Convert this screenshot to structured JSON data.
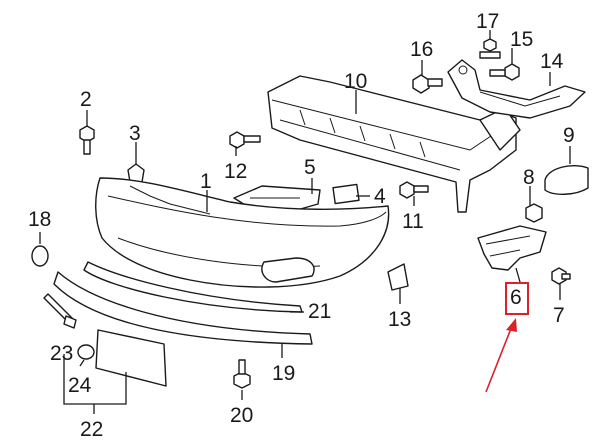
{
  "diagram": {
    "callouts": [
      {
        "id": "1",
        "label": "1"
      },
      {
        "id": "2",
        "label": "2"
      },
      {
        "id": "3",
        "label": "3"
      },
      {
        "id": "4",
        "label": "4"
      },
      {
        "id": "5",
        "label": "5"
      },
      {
        "id": "6",
        "label": "6"
      },
      {
        "id": "7",
        "label": "7"
      },
      {
        "id": "8",
        "label": "8"
      },
      {
        "id": "9",
        "label": "9"
      },
      {
        "id": "10",
        "label": "10"
      },
      {
        "id": "11",
        "label": "11"
      },
      {
        "id": "12",
        "label": "12"
      },
      {
        "id": "13",
        "label": "13"
      },
      {
        "id": "14",
        "label": "14"
      },
      {
        "id": "15",
        "label": "15"
      },
      {
        "id": "16",
        "label": "16"
      },
      {
        "id": "17",
        "label": "17"
      },
      {
        "id": "18",
        "label": "18"
      },
      {
        "id": "19",
        "label": "19"
      },
      {
        "id": "20",
        "label": "20"
      },
      {
        "id": "21",
        "label": "21"
      },
      {
        "id": "22",
        "label": "22"
      },
      {
        "id": "23",
        "label": "23"
      },
      {
        "id": "24",
        "label": "24"
      }
    ],
    "highlighted_callout": "6",
    "highlight_color": "#d9232a",
    "line_color": "#1a1a1a"
  }
}
